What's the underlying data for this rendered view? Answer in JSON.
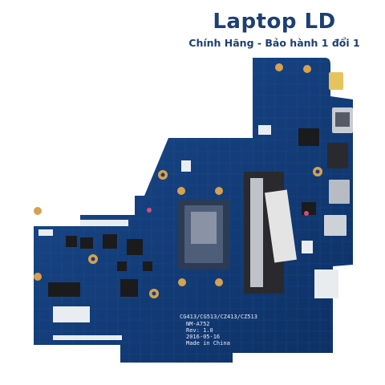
{
  "watermark": {
    "brand": "Laptop LD",
    "tagline": "Chính Hãng - Bảo hành 1 đổi 1"
  },
  "board": {
    "silkscreen_lines": [
      "CG413/CG513/CZ413/CZ513",
      "NM-A752",
      "Rev: 1.0",
      "2016-05-16",
      "Made in China"
    ]
  },
  "colors": {
    "pcb": "#123f80",
    "pcb_dark": "#0d2f63",
    "brand_text": "#1d3f73",
    "gold_pad": "#d8a14d",
    "chip_black": "#1b1b1d"
  },
  "icons": [
    "usb-c-port",
    "usb-port",
    "hdmi-port",
    "ethernet-port",
    "cpu-chip",
    "ram-slot"
  ]
}
